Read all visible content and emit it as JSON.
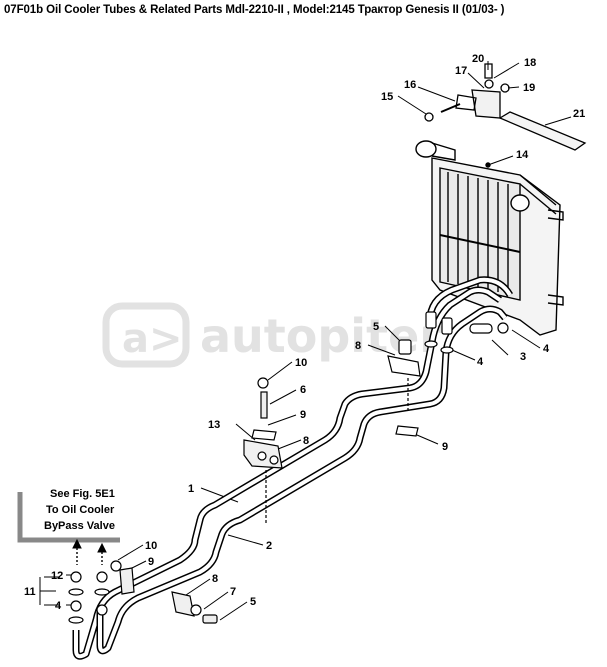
{
  "title": "07F01b Oil Cooler Tubes & Related Parts Mdl-2210-II , Model:2145 Трактор Genesis II (01/03- )",
  "watermark": "autopiter",
  "note_lines": [
    "See Fig. 5E1",
    "To Oil Cooler",
    "ByPass Valve"
  ],
  "callouts": [
    {
      "id": "c20",
      "text": "20"
    },
    {
      "id": "c18",
      "text": "18"
    },
    {
      "id": "c17",
      "text": "17"
    },
    {
      "id": "c19",
      "text": "19"
    },
    {
      "id": "c16",
      "text": "16"
    },
    {
      "id": "c15",
      "text": "15"
    },
    {
      "id": "c21",
      "text": "21"
    },
    {
      "id": "c14",
      "text": "14"
    },
    {
      "id": "c5a",
      "text": "5"
    },
    {
      "id": "c8a",
      "text": "8"
    },
    {
      "id": "c4a",
      "text": "4"
    },
    {
      "id": "c3",
      "text": "3"
    },
    {
      "id": "c4b",
      "text": "4"
    },
    {
      "id": "c10a",
      "text": "10"
    },
    {
      "id": "c6",
      "text": "6"
    },
    {
      "id": "c9a",
      "text": "9"
    },
    {
      "id": "c13",
      "text": "13"
    },
    {
      "id": "c8b",
      "text": "8"
    },
    {
      "id": "c9b",
      "text": "9"
    },
    {
      "id": "c1",
      "text": "1"
    },
    {
      "id": "c2",
      "text": "2"
    },
    {
      "id": "c10b",
      "text": "10"
    },
    {
      "id": "c9c",
      "text": "9"
    },
    {
      "id": "c12",
      "text": "12"
    },
    {
      "id": "c11",
      "text": "11"
    },
    {
      "id": "c4c",
      "text": "4"
    },
    {
      "id": "c8c",
      "text": "8"
    },
    {
      "id": "c7",
      "text": "7"
    },
    {
      "id": "c5b",
      "text": "5"
    }
  ]
}
